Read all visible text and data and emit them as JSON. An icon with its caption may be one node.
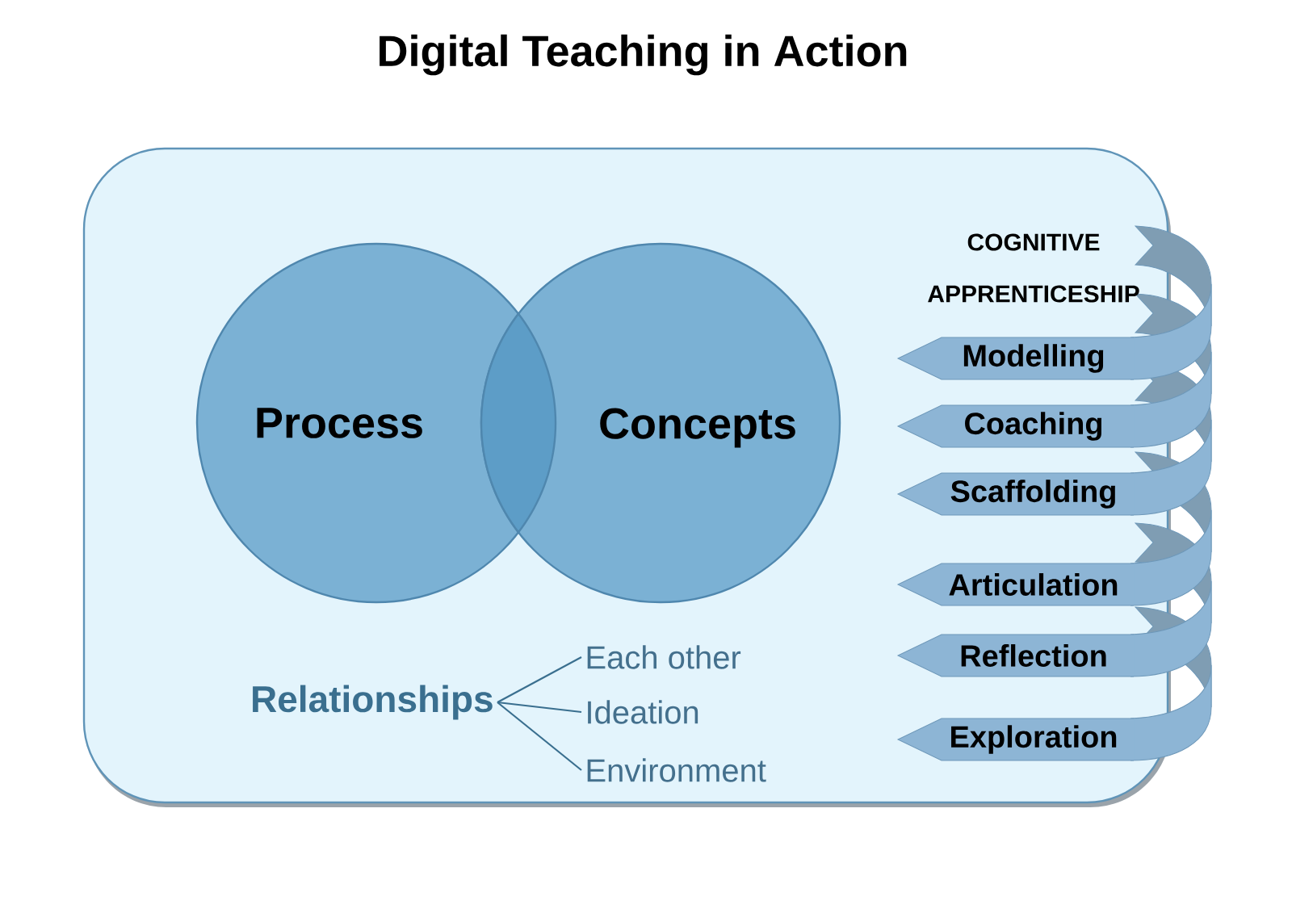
{
  "diagram": {
    "title": "Digital Teaching in Action",
    "nodes": [
      {
        "text": [],
        "shape": "box"
      },
      {
        "text": [
          "Process"
        ],
        "in": 0
      },
      {
        "text": [
          "Concepts"
        ],
        "in": 0
      },
      {
        "text": [
          "Relationships"
        ],
        "in": 0
      },
      {
        "text": [
          "Each other"
        ],
        "in": 0
      },
      {
        "text": [
          "Ideation"
        ],
        "in": 0
      },
      {
        "text": [
          "Environment"
        ],
        "in": 0
      },
      {
        "text": [
          "Modelling"
        ],
        "in": 0
      },
      {
        "text": [
          "Coaching"
        ],
        "in": 0
      },
      {
        "text": [
          "Scaffolding"
        ],
        "in": 0
      },
      {
        "text": [
          "Articulation"
        ],
        "in": 0
      },
      {
        "text": [
          "Reflection"
        ],
        "in": 0
      },
      {
        "text": [
          "Exploration"
        ],
        "in": 0
      }
    ],
    "edges": [
      {
        "from": 3,
        "to": 4,
        "arrow": "none"
      },
      {
        "from": 3,
        "to": 5,
        "arrow": "none"
      },
      {
        "from": 3,
        "to": 6,
        "arrow": "none"
      }
    ],
    "labels": [
      "COGNITIVE APPRENTICESHIP"
    ]
  }
}
